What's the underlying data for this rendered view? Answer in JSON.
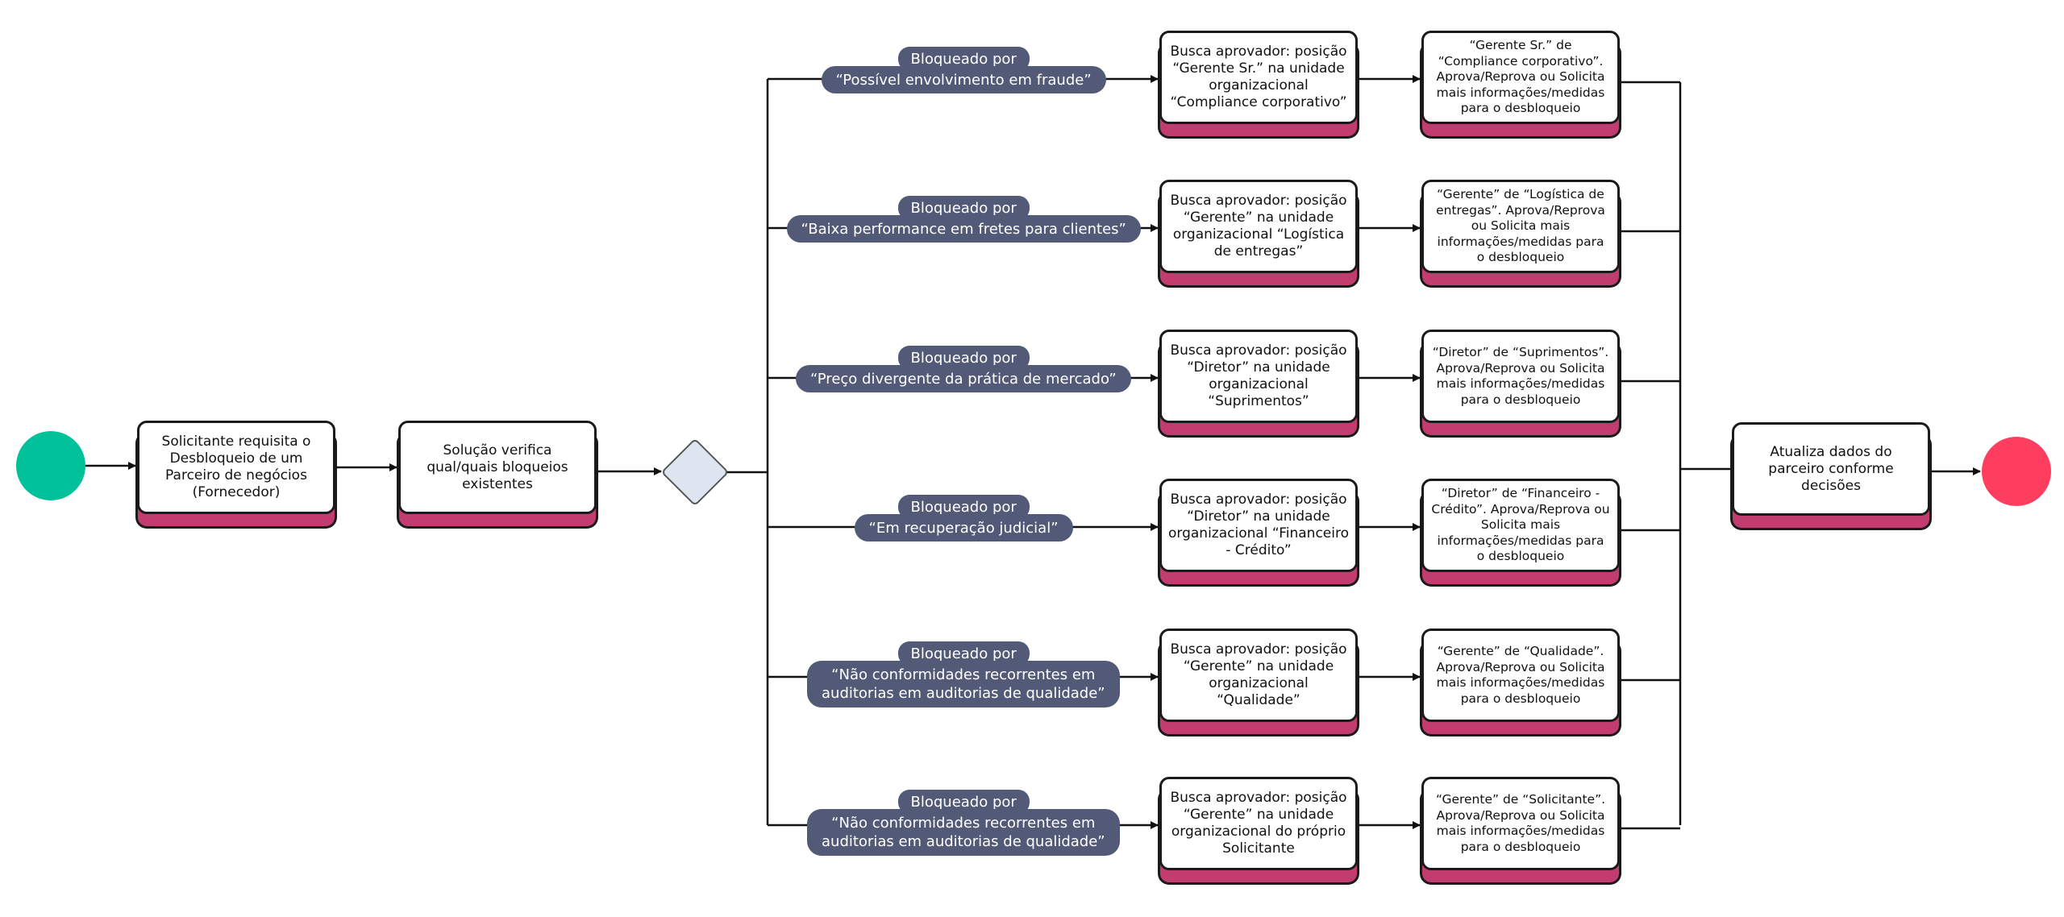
{
  "nodes": {
    "request": "Solicitante requisita o\nDesbloqueio de um\nParceiro de negócios\n(Fornecedor)",
    "verify": "Solução verifica\nqual/quais bloqueios\nexistentes",
    "update": "Atualiza dados do\nparceiro conforme\ndecisões"
  },
  "branches": [
    {
      "label_top": "Bloqueado por",
      "label_body": "“Possível envolvimento em fraude”",
      "search": "Busca aprovador: posição\n“Gerente Sr.” na unidade\norganizacional\n“Compliance corporativo”",
      "approval": "“Gerente Sr.” de\n“Compliance corporativo”.\nAprova/Reprova ou Solicita\nmais informações/medidas\npara o desbloqueio"
    },
    {
      "label_top": "Bloqueado por",
      "label_body": "“Baixa performance em fretes para clientes”",
      "search": "Busca aprovador: posição\n“Gerente” na unidade\norganizacional “Logística\nde entregas”",
      "approval": "“Gerente” de “Logística de\nentregas”. Aprova/Reprova\nou Solicita mais\ninformações/medidas para\no desbloqueio"
    },
    {
      "label_top": "Bloqueado por",
      "label_body": "“Preço divergente da prática de mercado”",
      "search": "Busca aprovador: posição\n“Diretor” na unidade\norganizacional\n“Suprimentos”",
      "approval": "“Diretor” de “Suprimentos”.\nAprova/Reprova ou Solicita\nmais informações/medidas\npara o desbloqueio"
    },
    {
      "label_top": "Bloqueado por",
      "label_body": "“Em recuperação judicial”",
      "search": "Busca aprovador: posição\n“Diretor” na unidade\norganizacional “Financeiro\n- Crédito”",
      "approval": "“Diretor” de “Financeiro -\nCrédito”. Aprova/Reprova ou\nSolicita mais\ninformações/medidas para\no desbloqueio"
    },
    {
      "label_top": "Bloqueado por",
      "label_body": "“Não conformidades recorrentes em\nauditorias em auditorias de qualidade”",
      "search": "Busca aprovador: posição\n“Gerente” na unidade\norganizacional\n“Qualidade”",
      "approval": "“Gerente” de “Qualidade”.\nAprova/Reprova ou Solicita\nmais informações/medidas\npara o desbloqueio"
    },
    {
      "label_top": "Bloqueado por",
      "label_body": "“Não conformidades recorrentes em\nauditorias em auditorias de qualidade”",
      "search": "Busca aprovador: posição\n“Gerente” na unidade\norganizacional do próprio\nSolicitante",
      "approval": "“Gerente” de “Solicitante”.\nAprova/Reprova ou Solicita\nmais informações/medidas\npara o desbloqueio"
    }
  ]
}
